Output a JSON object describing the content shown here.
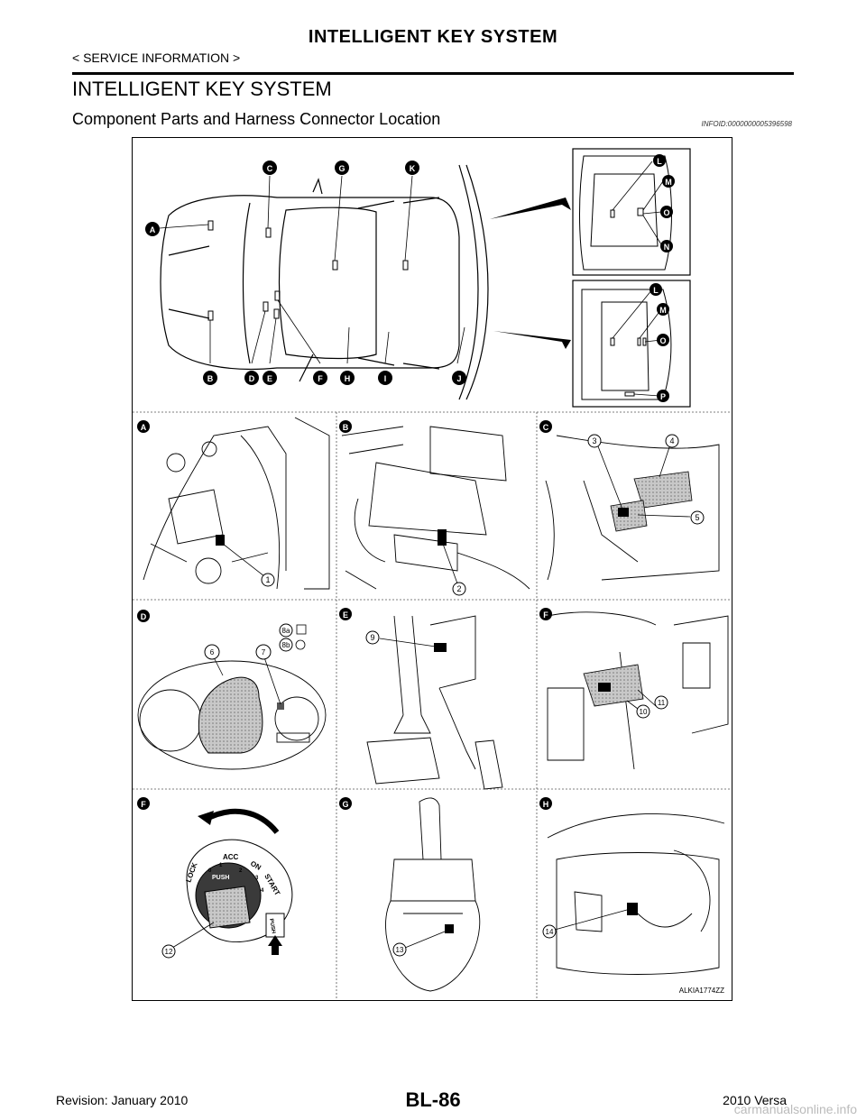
{
  "header": {
    "title": "INTELLIGENT KEY SYSTEM",
    "section_crumb": "< SERVICE INFORMATION >"
  },
  "section_title": "INTELLIGENT KEY SYSTEM",
  "subsection": {
    "title": "Component Parts and Harness Connector Location",
    "info_id": "INFOID:0000000005396598"
  },
  "figure": {
    "image_id": "ALKIA1774ZZ",
    "overview_letters_top": [
      "C",
      "G",
      "K"
    ],
    "overview_letters_bottom": [
      "B",
      "D",
      "E",
      "F",
      "H",
      "I",
      "J"
    ],
    "overview_letter_side": "A",
    "inset_top_letters": [
      "L",
      "M",
      "O",
      "N"
    ],
    "inset_bottom_letters": [
      "L",
      "M",
      "O",
      "P"
    ],
    "panel_labels": [
      "A",
      "B",
      "C",
      "D",
      "E",
      "F",
      "F",
      "G",
      "H"
    ],
    "callouts": {
      "a": [
        "1"
      ],
      "b": [
        "2"
      ],
      "c": [
        "3",
        "4",
        "5"
      ],
      "d": [
        "6",
        "7",
        "8a",
        "8b"
      ],
      "e": [
        "9"
      ],
      "f1": [
        "10",
        "11"
      ],
      "f2": [
        "12"
      ],
      "g": [
        "13"
      ],
      "h": [
        "14"
      ]
    },
    "switch_text": {
      "lock": "LOCK",
      "lock_pos": "0",
      "acc": "ACC",
      "acc_pos": "1",
      "on": "ON",
      "on_pos": "2",
      "start": "START",
      "start_pos": "3",
      "start_pos2": "4",
      "push_center": "PUSH",
      "push_button": "PUSH"
    }
  },
  "footer": {
    "revision": "Revision: January 2010",
    "page": "BL-86",
    "model": "2010 Versa",
    "watermark": "carmanualsonline.info"
  }
}
